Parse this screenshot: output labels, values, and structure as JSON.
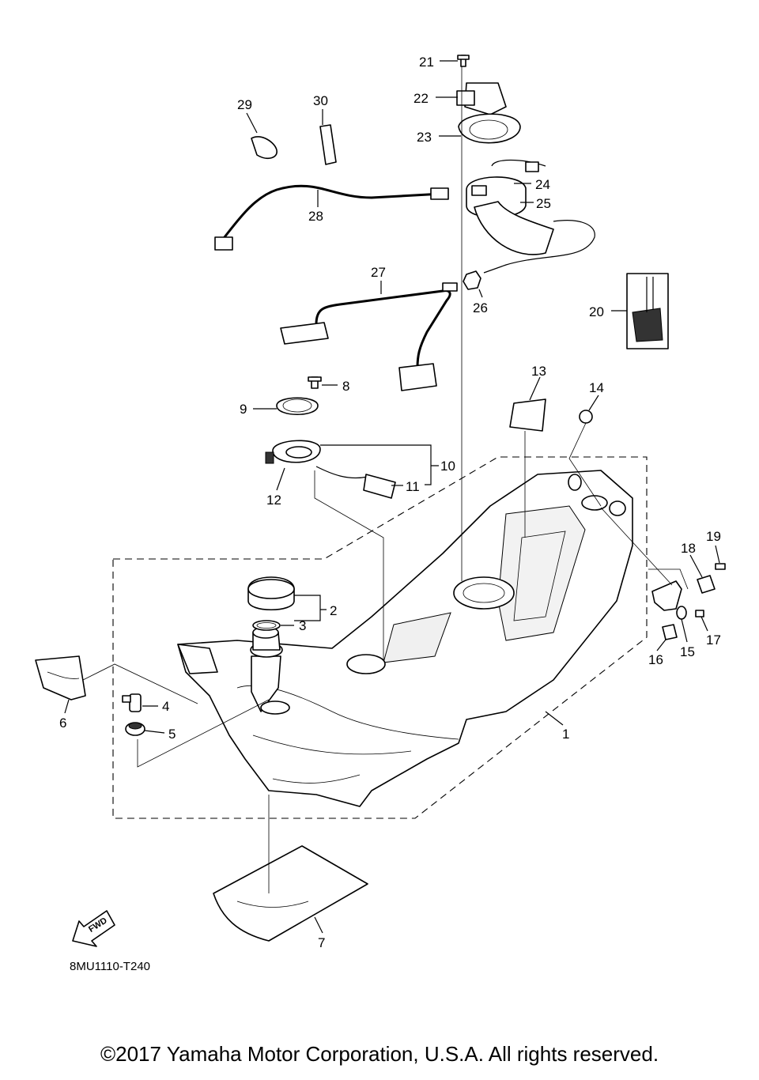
{
  "diagram": {
    "parts": [
      {
        "id": "part-1",
        "label": "1"
      },
      {
        "id": "part-2",
        "label": "2"
      },
      {
        "id": "part-3",
        "label": "3"
      },
      {
        "id": "part-4",
        "label": "4"
      },
      {
        "id": "part-5",
        "label": "5"
      },
      {
        "id": "part-6",
        "label": "6"
      },
      {
        "id": "part-7",
        "label": "7"
      },
      {
        "id": "part-8",
        "label": "8"
      },
      {
        "id": "part-9",
        "label": "9"
      },
      {
        "id": "part-10",
        "label": "10"
      },
      {
        "id": "part-11",
        "label": "11"
      },
      {
        "id": "part-12",
        "label": "12"
      },
      {
        "id": "part-13",
        "label": "13"
      },
      {
        "id": "part-14",
        "label": "14"
      },
      {
        "id": "part-15",
        "label": "15"
      },
      {
        "id": "part-16",
        "label": "16"
      },
      {
        "id": "part-17",
        "label": "17"
      },
      {
        "id": "part-18",
        "label": "18"
      },
      {
        "id": "part-19",
        "label": "19"
      },
      {
        "id": "part-20",
        "label": "20"
      },
      {
        "id": "part-21",
        "label": "21"
      },
      {
        "id": "part-22",
        "label": "22"
      },
      {
        "id": "part-23",
        "label": "23"
      },
      {
        "id": "part-24",
        "label": "24"
      },
      {
        "id": "part-25",
        "label": "25"
      },
      {
        "id": "part-26",
        "label": "26"
      },
      {
        "id": "part-27",
        "label": "27"
      },
      {
        "id": "part-28",
        "label": "28"
      },
      {
        "id": "part-29",
        "label": "29"
      },
      {
        "id": "part-30",
        "label": "30"
      }
    ],
    "fwd_label": "FWD",
    "diagram_code": "8MU1110-T240"
  },
  "footer": {
    "copyright": "©2017 Yamaha Motor Corporation, U.S.A. All rights reserved."
  }
}
